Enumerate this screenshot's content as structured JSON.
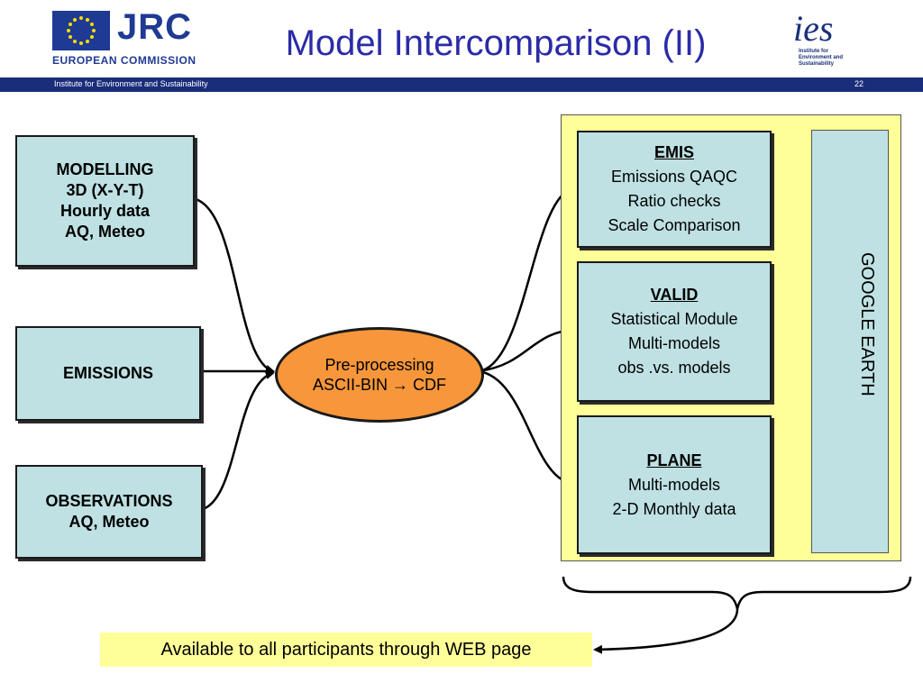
{
  "header": {
    "logo_jrc": "JRC",
    "logo_ec": "EUROPEAN COMMISSION",
    "title": "Model Intercomparison (II)",
    "logo_ies": "ies",
    "logo_ies_sub": "Institute for Environment and Sustainability",
    "institute": "Institute for Environment and Sustainability",
    "page_number": "22"
  },
  "inputs": {
    "modelling": [
      "MODELLING",
      "3D (X-Y-T)",
      "Hourly data",
      "AQ, Meteo"
    ],
    "emissions": [
      "EMISSIONS"
    ],
    "observations": [
      "OBSERVATIONS",
      "AQ, Meteo"
    ]
  },
  "preprocessing": {
    "line1": "Pre-processing",
    "line2": "ASCII-BIN → CDF"
  },
  "modules": {
    "emis": {
      "title": "EMIS",
      "lines": [
        "Emissions QAQC",
        "Ratio checks",
        "Scale Comparison"
      ]
    },
    "valid": {
      "title": "VALID",
      "lines": [
        "Statistical Module",
        "Multi-models",
        "obs .vs. models"
      ]
    },
    "plane": {
      "title": "PLANE",
      "lines": [
        "Multi-models",
        "2-D Monthly data"
      ]
    }
  },
  "google_earth": "GOOGLE EARTH",
  "web_note": "Available to all participants through WEB page",
  "colors": {
    "box_fill": "#bfe1e3",
    "ellipse_fill": "#f7963a",
    "panel_fill": "#ffff99",
    "header_bar": "#1a2d7a",
    "title": "#2b2ba8"
  }
}
